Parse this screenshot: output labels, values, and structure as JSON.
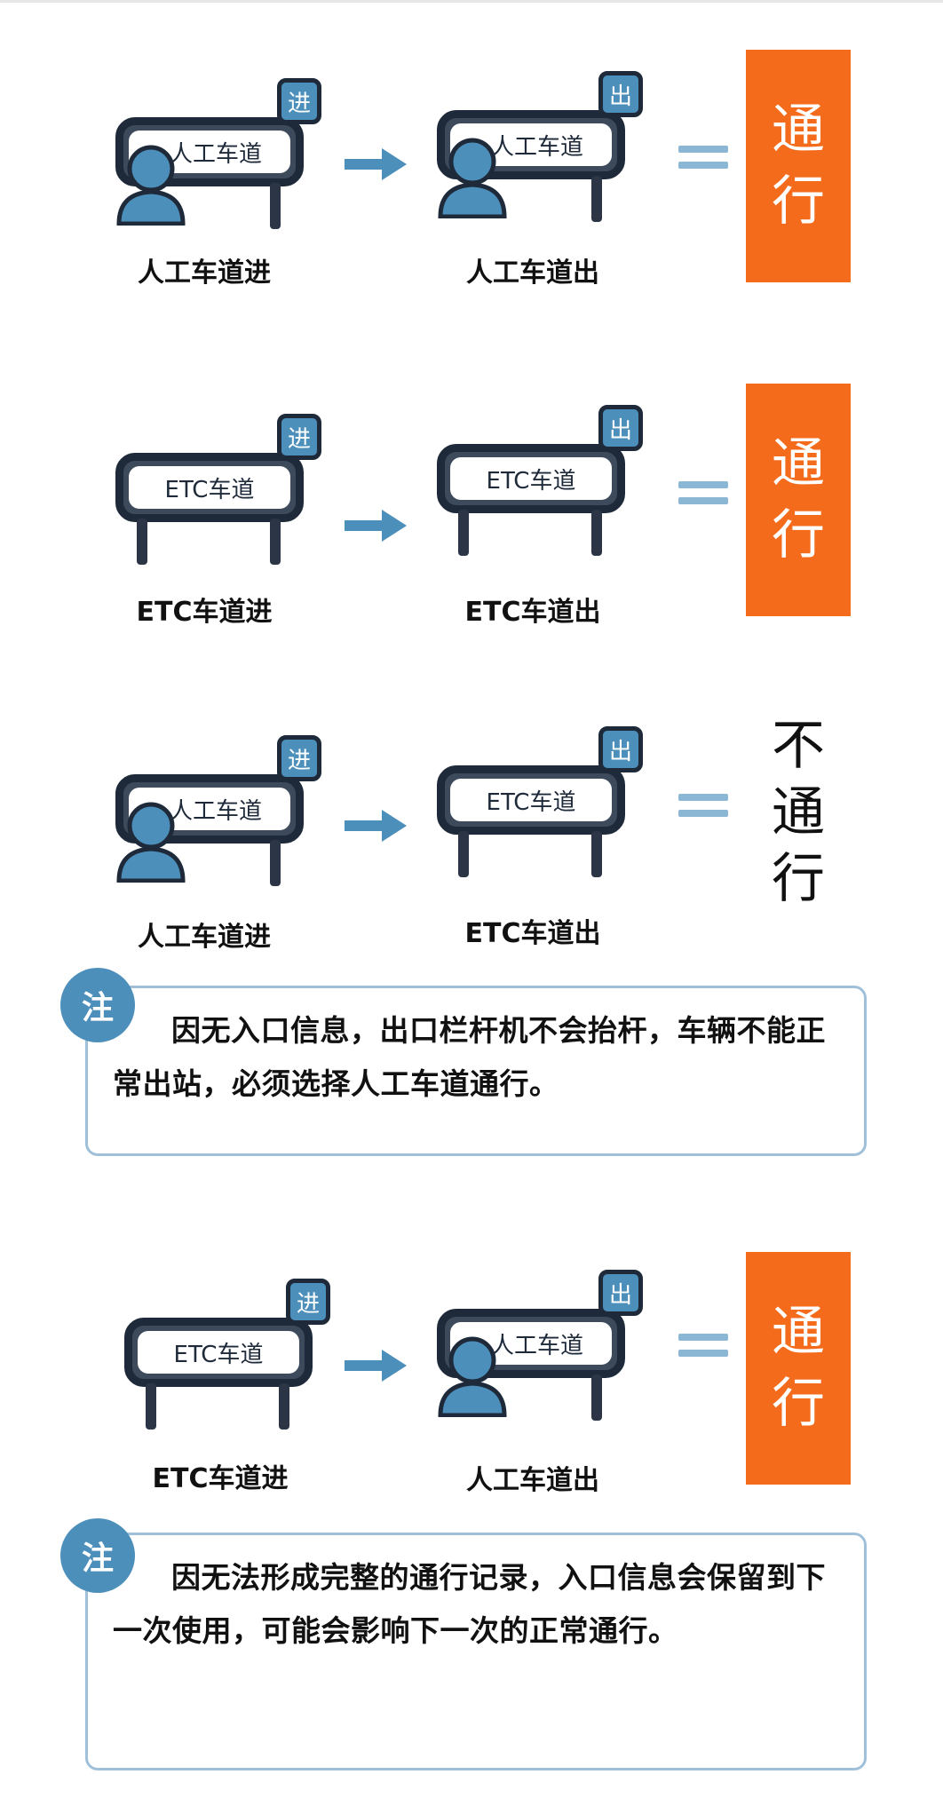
{
  "scenarios": [
    {
      "entry": {
        "board": "人工车道",
        "tag": "进",
        "label": "人工车道进",
        "manual": true
      },
      "exit": {
        "board": "人工车道",
        "tag": "出",
        "label": "人工车道出",
        "manual": true
      },
      "result": [
        "通",
        "行"
      ]
    },
    {
      "entry": {
        "board": "ETC车道",
        "tag": "进",
        "label": "ETC车道进",
        "manual": false
      },
      "exit": {
        "board": "ETC车道",
        "tag": "出",
        "label": "ETC车道出",
        "manual": false
      },
      "result": [
        "通",
        "行"
      ]
    },
    {
      "entry": {
        "board": "人工车道",
        "tag": "进",
        "label": "人工车道进",
        "manual": true
      },
      "exit": {
        "board": "ETC车道",
        "tag": "出",
        "label": "ETC车道出",
        "manual": false
      },
      "result": [
        "不",
        "通",
        "行"
      ],
      "note": {
        "badge": "注",
        "text": "因无入口信息，出口栏杆机不会抬杆，车辆不能正常出站，必须选择人工车道通行。"
      }
    },
    {
      "entry": {
        "board": "ETC车道",
        "tag": "进",
        "label": "ETC车道进",
        "manual": false
      },
      "exit": {
        "board": "人工车道",
        "tag": "出",
        "label": "人工车道出",
        "manual": true
      },
      "result": [
        "通",
        "行"
      ],
      "note": {
        "badge": "注",
        "text": "因无法形成完整的通行记录，入口信息会保留到下一次使用，可能会影响下一次的正常通行。"
      }
    }
  ],
  "colors": {
    "accent": "#f46b1b",
    "blue": "#4d8fbb",
    "frame": "#1e2a3a",
    "note_border": "#9fc0d8"
  }
}
